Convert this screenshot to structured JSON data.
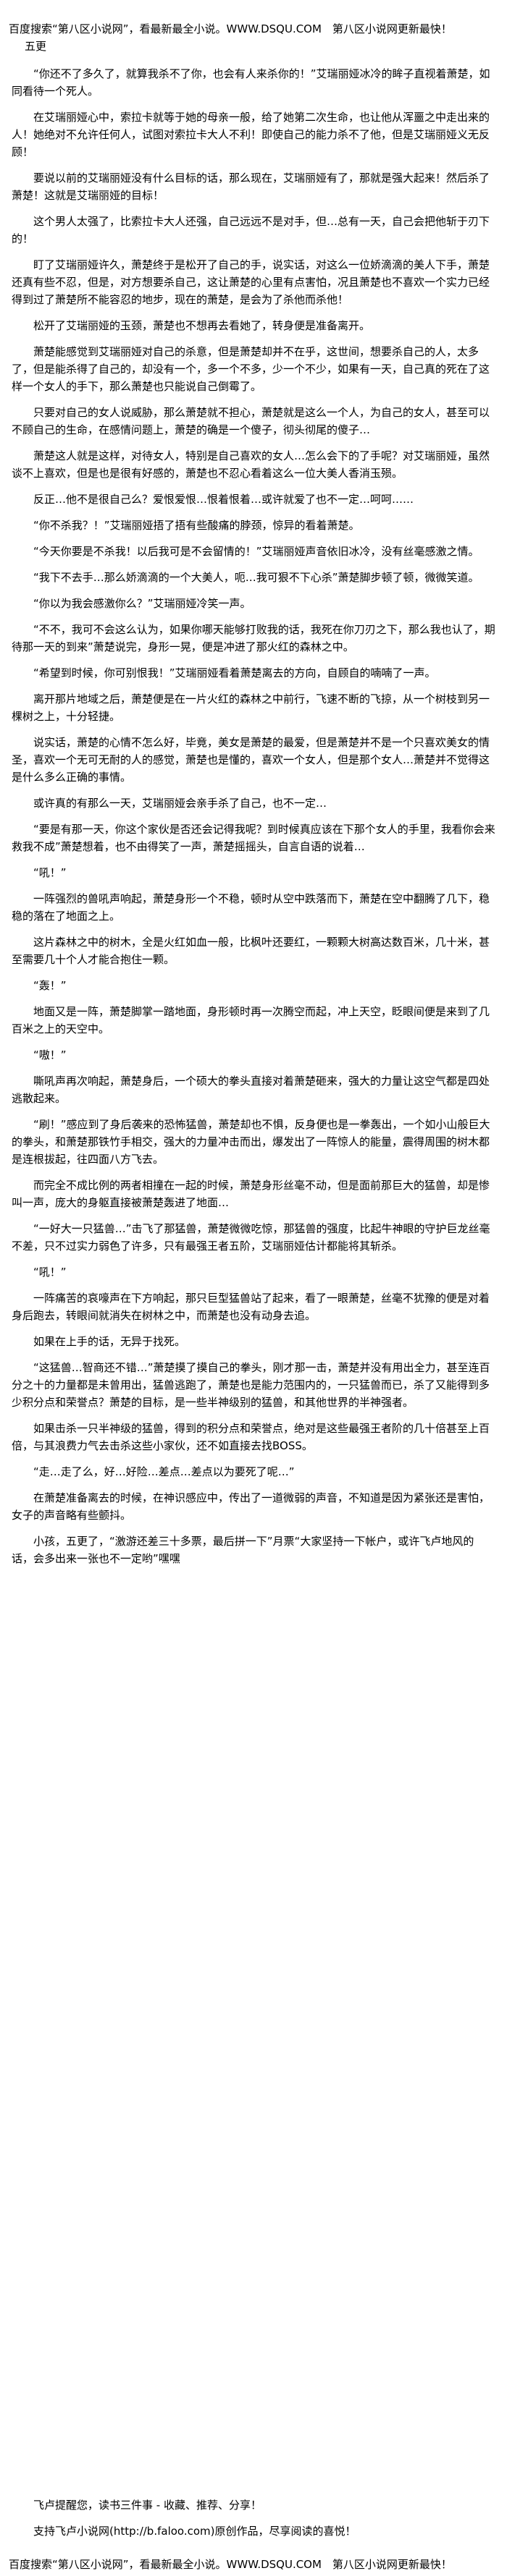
{
  "header": {
    "banner": "百度搜索“第八区小说网”，看最新最全小说。WWW.DSQU.COM　第八区小说网更新最快！",
    "chapter": "五更"
  },
  "paragraphs": [
    "“你还不了多久了，就算我杀不了你，也会有人来杀你的！”艾瑞丽娅冰冷的眸子直视着萧楚，如同看待一个死人。",
    "在艾瑞丽娅心中，索拉卡就等于她的母亲一般，给了她第二次生命，也让他从浑噩之中走出来的人！她绝对不允许任何人，试图对索拉卡大人不利！即使自己的能力杀不了他，但是艾瑞丽娅义无反顾！",
    "要说以前的艾瑞丽娅没有什么目标的话，那么现在，艾瑞丽娅有了，那就是强大起来！然后杀了萧楚！这就是艾瑞丽娅的目标！",
    "这个男人太强了，比索拉卡大人还强，自己远远不是对手，但…总有一天，自己会把他斩于刃下的！",
    "盯了艾瑞丽娅许久，萧楚终于是松开了自己的手，说实话，对这么一位娇滴滴的美人下手，萧楚还真有些不忍，但是，对方想要杀自己，这让萧楚的心里有点害怕，况且萧楚也不喜欢一个实力已经得到过了萧楚所不能容忍的地步，现在的萧楚，是会为了杀他而杀他！",
    "松开了艾瑞丽娅的玉颈，萧楚也不想再去看她了，转身便是准备离开。",
    "萧楚能感觉到艾瑞丽娅对自己的杀意，但是萧楚却并不在乎，这世间，想要杀自己的人，太多了，但是能杀得了自己的，却没有一个，多一个不多，少一个不少，如果有一天，自己真的死在了这样一个女人的手下，那么萧楚也只能说自己倒霉了。",
    "只要对自己的女人说威胁，那么萧楚就不担心，萧楚就是这么一个人，为自己的女人，甚至可以不顾自己的生命，在感情问题上，萧楚的确是一个傻子，彻头彻尾的傻子…",
    "萧楚这人就是这样，对待女人，特别是自己喜欢的女人…怎么会下的了手呢？对艾瑞丽娅，虽然谈不上喜欢，但是也是很有好感的，萧楚也不忍心看着这么一位大美人香消玉殒。",
    "反正…他不是很自己么？爱恨爱恨…恨着恨着…或许就爱了也不一定…呵呵……",
    "“你不杀我？！”艾瑞丽娅捂了捂有些酸痛的脖颈，惊异的看着萧楚。",
    "“今天你要是不杀我！以后我可是不会留情的！”艾瑞丽娅声音依旧冰冷，没有丝毫感激之情。",
    "“我下不去手…那么娇滴滴的一个大美人，呃…我可狠不下心杀”萧楚脚步顿了顿，微微笑道。",
    "“你以为我会感激你么？”艾瑞丽娅冷笑一声。",
    "“不不，我可不会这么认为，如果你哪天能够打败我的话，我死在你刀刃之下，那么我也认了，期待那一天的到来”萧楚说完，身形一晃，便是冲进了那火红的森林之中。",
    "“希望到时候，你可别恨我！”艾瑞丽娅看着萧楚离去的方向，自顾自的喃喃了一声。",
    "离开那片地域之后，萧楚便是在一片火红的森林之中前行，飞速不断的飞掠，从一个树枝到另一棵树之上，十分轻捷。",
    "说实话，萧楚的心情不怎么好，毕竟，美女是萧楚的最爱，但是萧楚并不是一个只喜欢美女的情圣，喜欢一个无可无耐的人的感觉，萧楚也是懂的，喜欢一个女人，但是那个女人…萧楚并不觉得这是什么多么正确的事情。",
    "或许真的有那么一天，艾瑞丽娅会亲手杀了自己，也不一定…",
    "“要是有那一天，你这个家伙是否还会记得我呢？到时候真应该在下那个女人的手里，我看你会来救我不成”萧楚想着，也不由得笑了一声，萧楚摇摇头，自言自语的说着…",
    "“吼！”",
    "一阵强烈的兽吼声响起，萧楚身形一个不稳，顿时从空中跌落而下，萧楚在空中翻腾了几下，稳稳的落在了地面之上。",
    "这片森林之中的树木，全是火红如血一般，比枫叶还要红，一颗颗大树高达数百米，几十米，甚至需要几十个人才能合抱住一颗。",
    "“轰！”",
    "地面又是一阵，萧楚脚掌一踏地面，身形顿时再一次腾空而起，冲上天空，眨眼间便是来到了几百米之上的天空中。",
    "“嗷！”",
    "嘶吼声再次响起，萧楚身后，一个硕大的拳头直接对着萧楚砸来，强大的力量让这空气都是四处逃散起来。",
    "“刷！”感应到了身后袭来的恐怖猛兽，萧楚却也不惧，反身便也是一拳轰出，一个如小山般巨大的拳头，和萧楚那铁竹手相交，强大的力量冲击而出，爆发出了一阵惊人的能量，震得周围的树木都是连根拔起，往四面八方飞去。",
    "而完全不成比例的两者相撞在一起的时候，萧楚身形丝毫不动，但是面前那巨大的猛兽，却是惨叫一声，庞大的身躯直接被萧楚轰进了地面…",
    "“一好大一只猛兽…”击飞了那猛兽，萧楚微微吃惊，那猛兽的强度，比起牛神眼的守护巨龙丝毫不差，只不过实力弱色了许多，只有最强王者五阶，艾瑞丽娅估计都能将其斩杀。",
    "“吼！”",
    "一阵痛苦的哀嚎声在下方响起，那只巨型猛兽站了起来，看了一眼萧楚，丝毫不犹豫的便是对着身后跑去，转眼间就消失在树林之中，而萧楚也没有动身去追。",
    "如果在上手的话，无异于找死。",
    "“这猛兽…智商还不错…”萧楚摸了摸自己的拳头，刚才那一击，萧楚并没有用出全力，甚至连百分之十的力量都是未曾用出，猛兽逃跑了，萧楚也是能力范围内的，一只猛兽而已，杀了又能得到多少积分点和荣誉点？萧楚的目标，是一些半神级别的猛兽，和其他世界的半神强者。",
    "如果击杀一只半神级的猛兽，得到的积分点和荣誉点，绝对是这些最强王者阶的几十倍甚至上百倍，与其浪费力气去击杀这些小家伙，还不如直接去找BOSS。",
    "“走…走了么，好…好险…差点…差点以为要死了呢…”",
    "在萧楚准备离去的时候，在神识感应中，传出了一道微弱的声音，不知道是因为紧张还是害怕，女子的声音略有些颤抖。",
    "小孩，五更了，“激游还差三十多票，最后拼一下”月票“大家坚持一下帐户，或许飞卢地风的话，会多出来一张也不一定哟”嘿嘿"
  ],
  "footer": {
    "signature": "飞卢提醒您，读书三件事 - 收藏、推荐、分享！",
    "support": "支持飞卢小说网(http://b.faloo.com)原创作品，尽享阅读的喜悦！",
    "bottom_banner": "百度搜索“第八区小说网”，看最新最全小说。WWW.DSQU.COM　第八区小说网更新最快！"
  }
}
